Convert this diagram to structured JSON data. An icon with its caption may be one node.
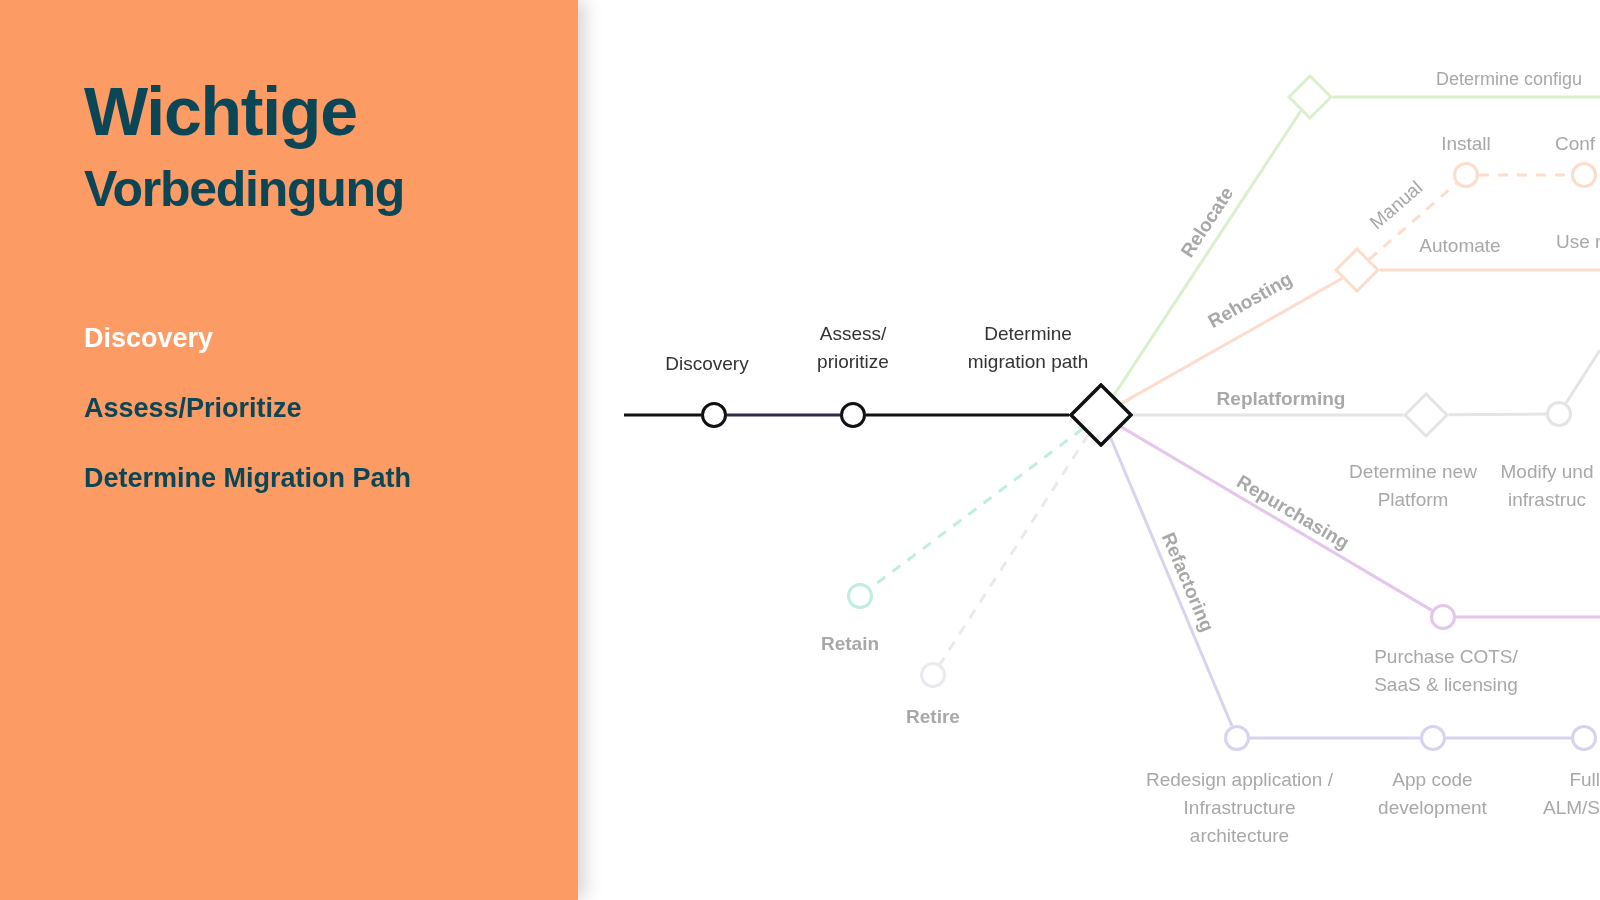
{
  "diagram": {
    "title": "Wichtige Vorbedingung",
    "nodes": [
      {
        "text": [],
        "shape": "circle",
        "beside": [
          "Discovery"
        ]
      },
      {
        "text": [],
        "shape": "circle",
        "beside": [
          "Assess/ prioritize"
        ]
      },
      {
        "text": [],
        "shape": "diamond",
        "beside": [
          "Determine migration path"
        ]
      },
      {
        "text": [],
        "shape": "diamond"
      },
      {
        "text": [],
        "shape": "circle",
        "beside": [
          "Install"
        ]
      },
      {
        "text": [],
        "shape": "circle",
        "beside": [
          "Conf"
        ]
      },
      {
        "text": [],
        "shape": "diamond"
      },
      {
        "text": [],
        "shape": "diamond",
        "beside": [
          "Determine new Platform"
        ]
      },
      {
        "text": [],
        "shape": "circle",
        "beside": [
          "Modify und infrastruc"
        ]
      },
      {
        "text": [],
        "shape": "circle",
        "beside": [
          "Purchase COTS/ SaaS & licensing"
        ]
      },
      {
        "text": [],
        "shape": "circle",
        "beside": [
          "Redesign application / Infrastructure architecture"
        ]
      },
      {
        "text": [],
        "shape": "circle",
        "beside": [
          "App code development"
        ]
      },
      {
        "text": [],
        "shape": "circle",
        "beside": [
          "Full ALM/S"
        ]
      },
      {
        "text": [],
        "shape": "circle",
        "beside": [
          "Retain"
        ]
      },
      {
        "text": [],
        "shape": "circle",
        "beside": [
          "Retire"
        ]
      }
    ],
    "edges": [
      {
        "from": null,
        "to": 0,
        "arrow": "none",
        "color": "#111111"
      },
      {
        "from": 0,
        "to": 1,
        "arrow": "none",
        "color": "#2e2c4e"
      },
      {
        "from": 1,
        "to": 2,
        "arrow": "none",
        "color": "#111111"
      },
      {
        "from": 2,
        "to": 3,
        "arrow": "none",
        "label": "Relocate",
        "color": "#dcefcb"
      },
      {
        "from": 2,
        "to": 6,
        "arrow": "none",
        "label": "Rehosting",
        "color": "#fcdccb"
      },
      {
        "from": 2,
        "to": 7,
        "arrow": "none",
        "label": "Replatforming",
        "color": "#e4e4e4"
      },
      {
        "from": 2,
        "to": 9,
        "arrow": "none",
        "label": "Repurchasing",
        "color": "#e4c6ec"
      },
      {
        "from": 2,
        "to": 10,
        "arrow": "none",
        "label": "Refactoring",
        "color": "#d7d3ef"
      },
      {
        "from": 2,
        "to": 13,
        "arrow": "none",
        "style": "dashed",
        "color": "#bdeedf"
      },
      {
        "from": 2,
        "to": 14,
        "arrow": "none",
        "style": "dashed",
        "color": "#e9e9ef"
      },
      {
        "from": 3,
        "to": null,
        "arrow": "none",
        "color": "#dcefcb"
      },
      {
        "from": 6,
        "to": 4,
        "arrow": "none",
        "label": "Manual",
        "style": "dashed",
        "color": "#fcdccb"
      },
      {
        "from": 4,
        "to": 5,
        "arrow": "none",
        "style": "dashed",
        "color": "#fcdccb"
      },
      {
        "from": 6,
        "to": null,
        "arrow": "none",
        "label": "Automate",
        "color": "#fcdccb"
      },
      {
        "from": 7,
        "to": 8,
        "arrow": "none",
        "color": "#e4e4e4"
      },
      {
        "from": 8,
        "to": null,
        "arrow": "none",
        "color": "#e4e4e4"
      },
      {
        "from": 9,
        "to": null,
        "arrow": "none",
        "color": "#e4c6ec"
      },
      {
        "from": 10,
        "to": 11,
        "arrow": "none",
        "color": "#d7d3ef"
      },
      {
        "from": 11,
        "to": 12,
        "arrow": "none",
        "color": "#d7d3ef"
      }
    ],
    "labels": [
      "Discovery",
      "Assess/Prioritize",
      "Determine Migration Path",
      "Determine configu",
      "Use r"
    ]
  }
}
